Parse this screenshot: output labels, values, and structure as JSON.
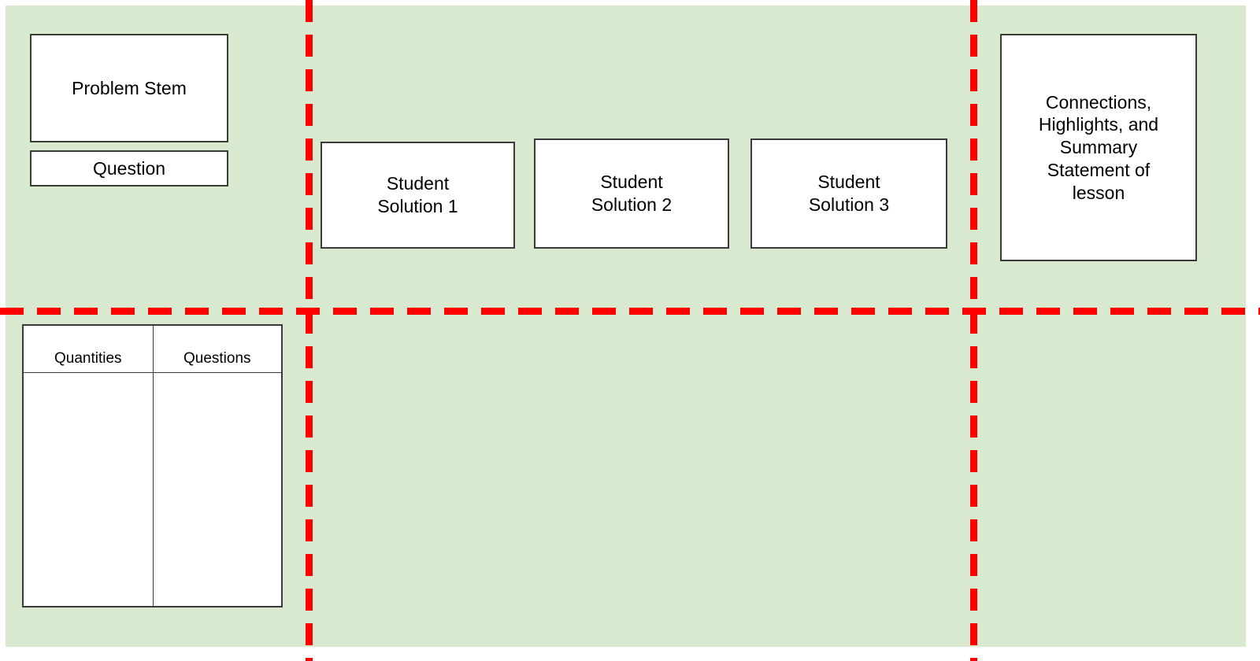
{
  "board": {
    "background_color": "#d9e9d0",
    "divider_color": "#ff0000"
  },
  "lesson_flow": {
    "launch": {
      "problem_stem_label": "Problem Stem",
      "question_label": "Question"
    },
    "student_work": {
      "solutions": [
        {
          "label": "Student\nSolution 1"
        },
        {
          "label": "Student\nSolution 2"
        },
        {
          "label": "Student\nSolution 3"
        }
      ]
    },
    "closure": {
      "connections_label": "Connections,\nHighlights, and\nSummary\nStatement of\nlesson"
    },
    "notice_wonder": {
      "table": {
        "headers": [
          "Quantities",
          "Questions"
        ],
        "rows": [
          [
            "",
            ""
          ]
        ]
      }
    }
  }
}
